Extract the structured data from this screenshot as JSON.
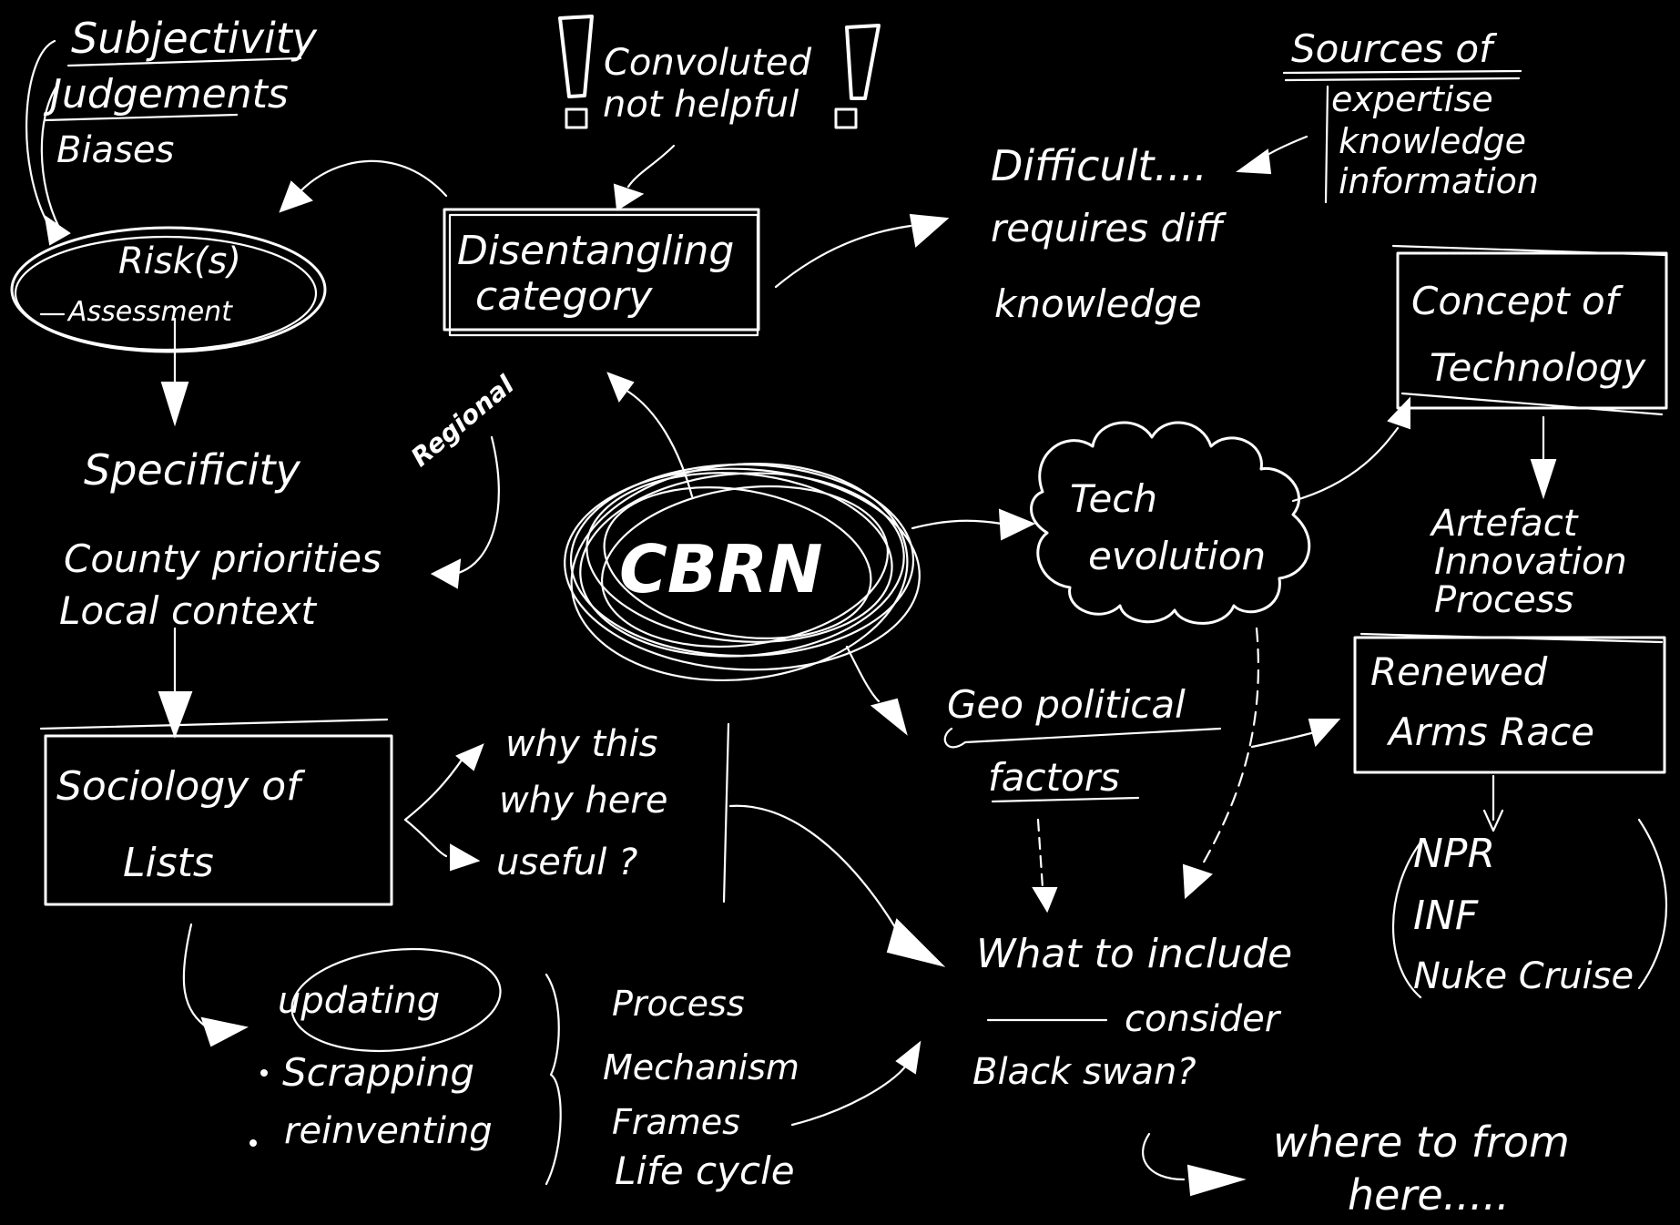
{
  "colors": {
    "background": "#000000",
    "ink": "#ffffff"
  },
  "center": {
    "label": "CBRN"
  },
  "top_left_notes": [
    "Subjectivity",
    "Judgements",
    "Biases"
  ],
  "risk": {
    "line1": "Risk(s)",
    "line2": "Assessment"
  },
  "warning": {
    "line1": "Convoluted",
    "line2": "not helpful",
    "mark": "!"
  },
  "disentangling": {
    "line1": "Disentangling",
    "line2": "category"
  },
  "sources": {
    "title": "Sources of",
    "items": [
      "expertise",
      "knowledge",
      "information"
    ]
  },
  "difficult": {
    "line1": "Difficult....",
    "line2": "requires diff",
    "line3": "knowledge"
  },
  "concept": {
    "line1": "Concept of",
    "line2": "Technology"
  },
  "artefact": {
    "line1": "Artefact",
    "line2": "Innovation",
    "line3": "Process"
  },
  "tech": {
    "line1": "Tech",
    "line2": "evolution"
  },
  "specificity": {
    "title": "Specificity",
    "line1": "County priorities",
    "line2": "Local context",
    "regional": "Regional"
  },
  "sociology": {
    "line1": "Sociology of",
    "line2": "Lists"
  },
  "why": {
    "line1": "why this",
    "line2": "why here",
    "line3": "useful ?"
  },
  "geo": {
    "line1": "Geo political",
    "line2": "factors"
  },
  "renewed": {
    "line1": "Renewed",
    "line2": "Arms Race"
  },
  "treaties": [
    "NPR",
    "INF",
    "Nuke Cruise"
  ],
  "updating": {
    "circled": "updating",
    "items": [
      "Scrapping",
      "reinventing"
    ]
  },
  "process_list": [
    "Process",
    "Mechanism",
    "Frames",
    "Life cycle"
  ],
  "include": {
    "line1": "What to include",
    "line2": "consider",
    "line3": "Black swan?"
  },
  "where": {
    "line1": "where to from",
    "line2": "here....."
  }
}
